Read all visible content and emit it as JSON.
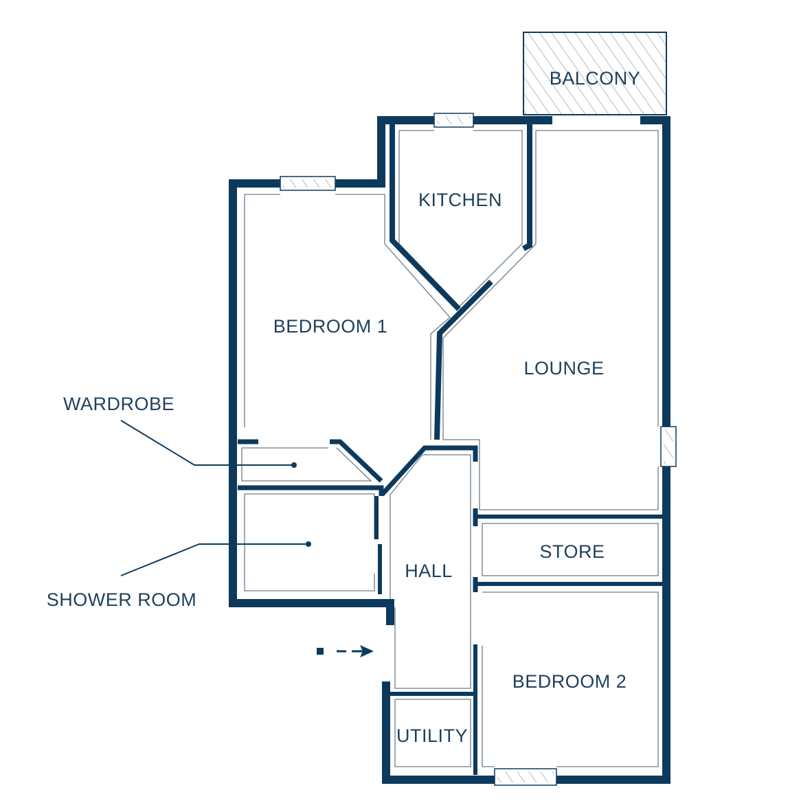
{
  "rooms": {
    "balcony": "BALCONY",
    "kitchen": "KITCHEN",
    "bedroom_1": "BEDROOM 1",
    "lounge": "LOUNGE",
    "hall": "HALL",
    "store": "STORE",
    "bedroom_2": "BEDROOM 2",
    "utility": "UTILITY"
  },
  "callouts": {
    "wardrobe": "WARDROBE",
    "shower_room": "SHOWER ROOM"
  },
  "icons": {
    "entrance": "entrance-arrow-icon"
  },
  "colors": {
    "wall": "#0d3a5c",
    "label": "#1f3f5b",
    "background": "#ffffff"
  }
}
